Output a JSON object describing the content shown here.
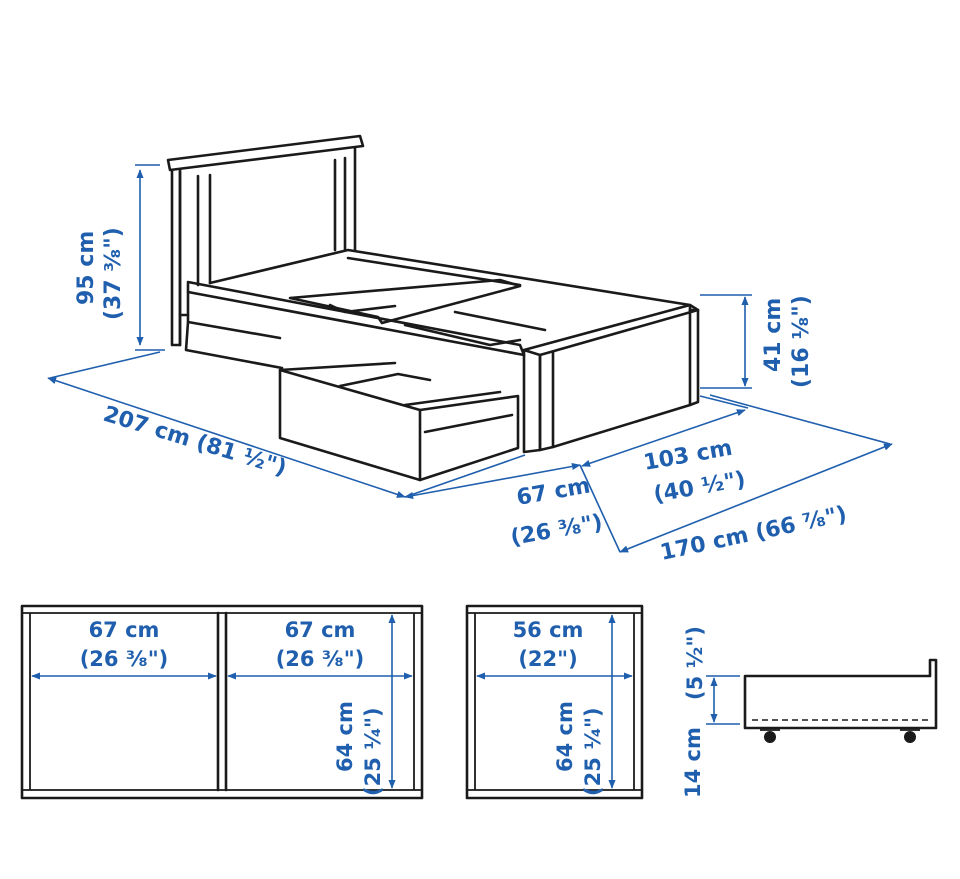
{
  "bed": {
    "headboard_height": {
      "metric": "95 cm",
      "imperial": "(37 ³⁄₈\")"
    },
    "length": {
      "metric": "207 cm",
      "imperial": "(81 ¹⁄₂\")"
    },
    "drawer_depth": {
      "metric": "67 cm",
      "imperial": "(26 ³⁄₈\")"
    },
    "width": {
      "metric": "103 cm",
      "imperial": "(40 ¹⁄₂\")"
    },
    "overall": {
      "metric": "170 cm",
      "imperial": "(66 ⁷⁄₈\")"
    },
    "frame_height": {
      "metric": "41 cm",
      "imperial": "(16 ¹⁄₈\")"
    }
  },
  "plan_double": {
    "drawer_a_width": {
      "metric": "67 cm",
      "imperial": "(26 ³⁄₈\")"
    },
    "drawer_b_width": {
      "metric": "67 cm",
      "imperial": "(26 ³⁄₈\")"
    },
    "drawer_length": {
      "metric": "64 cm",
      "imperial": "(25 ¹⁄₄\")"
    }
  },
  "plan_single": {
    "drawer_width": {
      "metric": "56 cm",
      "imperial": "(22\")"
    },
    "drawer_length": {
      "metric": "64 cm",
      "imperial": "(25 ¹⁄₄\")"
    }
  },
  "drawer_side": {
    "height": {
      "metric": "14 cm",
      "imperial": "(5 ¹⁄₂\")"
    }
  },
  "colors": {
    "dimension": "#1f5fae",
    "line": "#1a1a1a"
  }
}
